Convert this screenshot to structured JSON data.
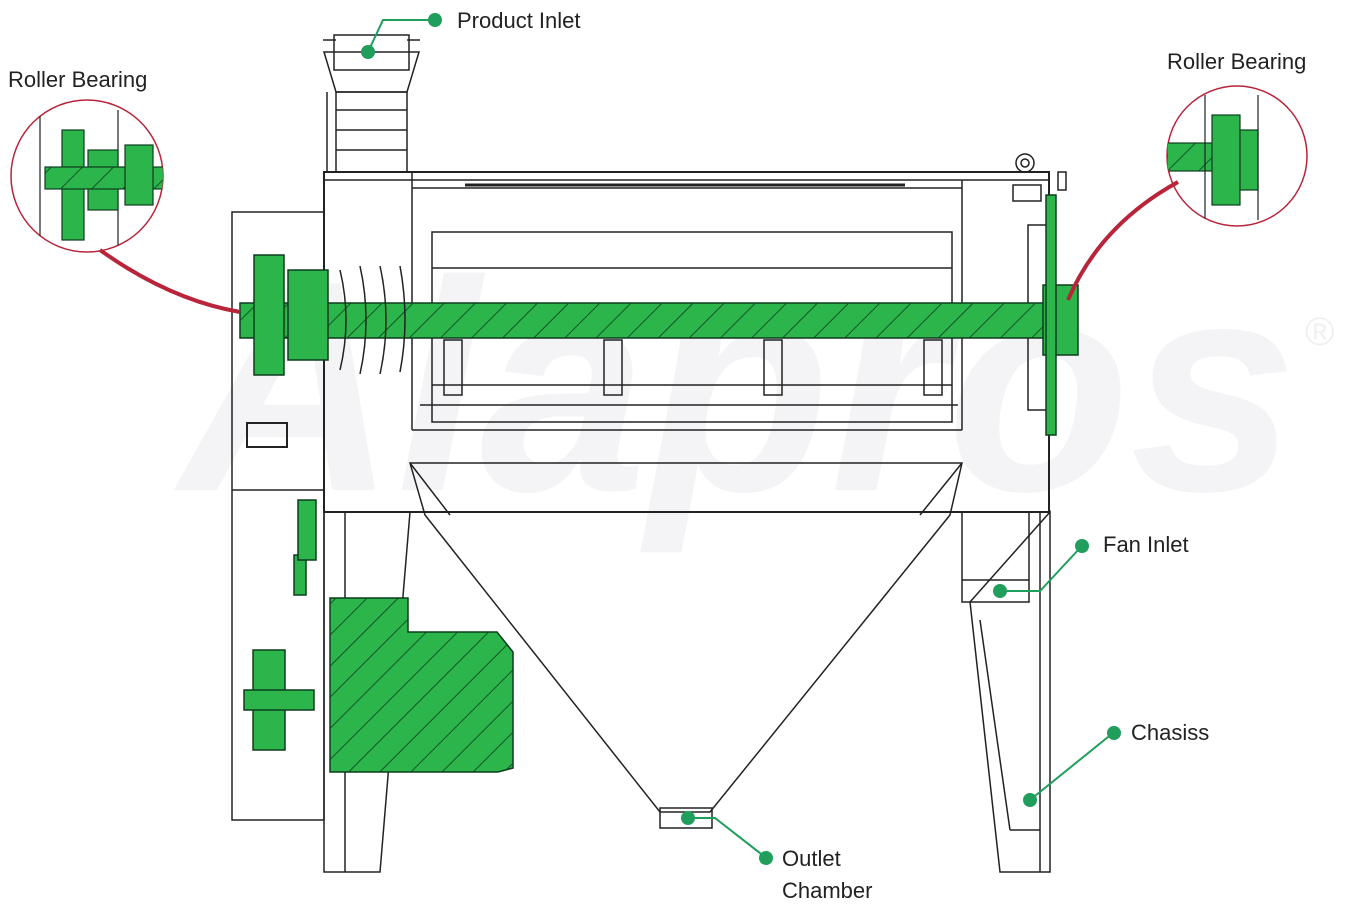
{
  "labels": {
    "product_inlet": "Product Inlet",
    "roller_bearing_left": "Roller Bearing",
    "roller_bearing_right": "Roller Bearing",
    "fan_inlet": "Fan Inlet",
    "chasiss": "Chasiss",
    "outlet_line1": "Outlet",
    "outlet_line2": "Chamber"
  },
  "watermark": {
    "text": "Alapros",
    "registered": "®"
  },
  "colors": {
    "accent_green": "#1f9e5c",
    "part_green": "#2bb54a",
    "callout_red": "#b8253a",
    "outline": "#222222",
    "watermark": "#f4f4f6"
  }
}
